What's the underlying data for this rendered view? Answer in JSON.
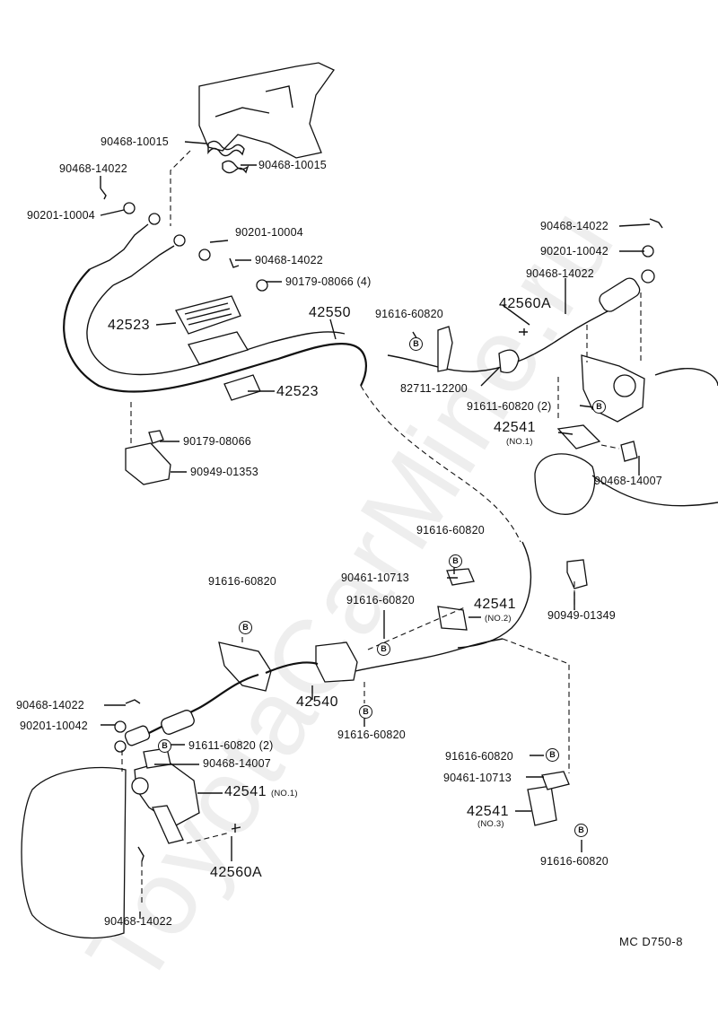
{
  "watermark": "ToyotaCarMine.ru",
  "diagram_code": "MC  D750-8",
  "bolt_marker": "B",
  "labels": {
    "p90468_10015_a": "90468-10015",
    "p90468_10015_b": "90468-10015",
    "p90468_14022_a": "90468-14022",
    "p90201_10004_a": "90201-10004",
    "p90201_10004_b": "90201-10004",
    "p90468_14022_b": "90468-14022",
    "p90179_08066_4": "90179-08066 (4)",
    "p42523_a": "42523",
    "p42550": "42550",
    "p91616_60820_a": "91616-60820",
    "p42523_b": "42523",
    "p90179_08066": "90179-08066",
    "p90949_01353": "90949-01353",
    "p90468_14022_c": "90468-14022",
    "p90201_10042_a": "90201-10042",
    "p90468_14022_d": "90468-14022",
    "p42560A_a": "42560A",
    "p82711_12200": "82711-12200",
    "p91611_60820_2a": "91611-60820 (2)",
    "p42541_no1_a": "42541",
    "p42541_no1_a_sub": "(NO.1)",
    "p90468_14007_a": "90468-14007",
    "p91616_60820_b": "91616-60820",
    "p90461_10713_a": "90461-10713",
    "p91616_60820_c": "91616-60820",
    "p91616_60820_d": "91616-60820",
    "p42541_no2": "42541",
    "p42541_no2_sub": "(NO.2)",
    "p90949_01349": "90949-01349",
    "p42540": "42540",
    "p90468_14022_e": "90468-14022",
    "p90201_10042_b": "90201-10042",
    "p91611_60820_2b": "91611-60820 (2)",
    "p90468_14007_b": "90468-14007",
    "p42541_no1_b": "42541",
    "p42541_no1_b_sub": "(NO.1)",
    "p91616_60820_e": "91616-60820",
    "p91616_60820_f": "91616-60820",
    "p90461_10713_b": "90461-10713",
    "p42541_no3": "42541",
    "p42541_no3_sub": "(NO.3)",
    "p91616_60820_g": "91616-60820",
    "p42560A_b": "42560A",
    "p90468_14022_f": "90468-14022"
  }
}
